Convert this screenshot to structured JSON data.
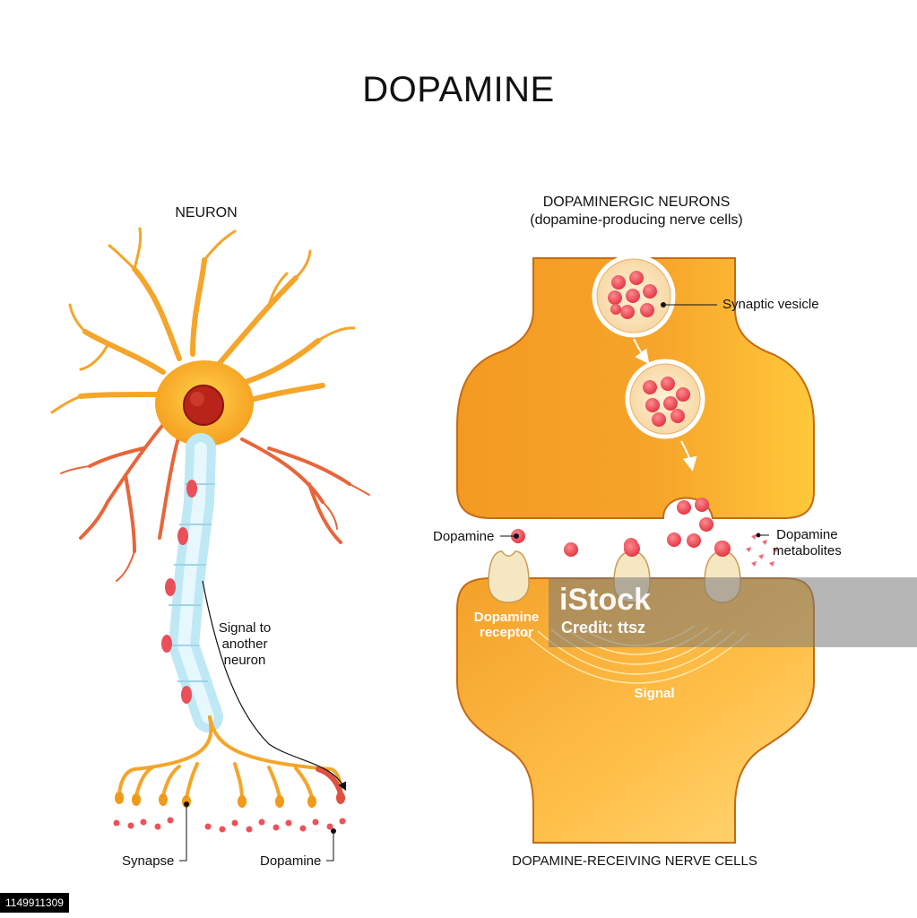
{
  "title": "DOPAMINE",
  "left_panel": {
    "header": "NEURON",
    "signal_label": [
      "Signal to",
      "another",
      "neuron"
    ],
    "synapse_label": "Synapse",
    "dopamine_label": "Dopamine"
  },
  "right_panel": {
    "header_line1": "DOPAMINERGIC NEURONS",
    "header_line2": "(dopamine-producing nerve cells)",
    "synaptic_vesicle_label": "Synaptic vesicle",
    "dopamine_label": "Dopamine",
    "metabolites_label": [
      "Dopamine",
      "metabolites"
    ],
    "receptor_label": [
      "Dopamine",
      "receptor"
    ],
    "signal_label": "Signal",
    "footer": "DOPAMINE-RECEIVING NERVE CELLS"
  },
  "watermark": {
    "logo": "iStock",
    "credit": "Credit: ttsz",
    "stock_id": "1149911309"
  },
  "colors": {
    "neuron_orange": "#f6a623",
    "neuron_red": "#e0523a",
    "axon_blue": "#c8ecf7",
    "myelin_red": "#e8505a",
    "dopamine_red": "#f0505a",
    "synapse_top": "#f08a18",
    "synapse_light": "#ffd27a"
  }
}
